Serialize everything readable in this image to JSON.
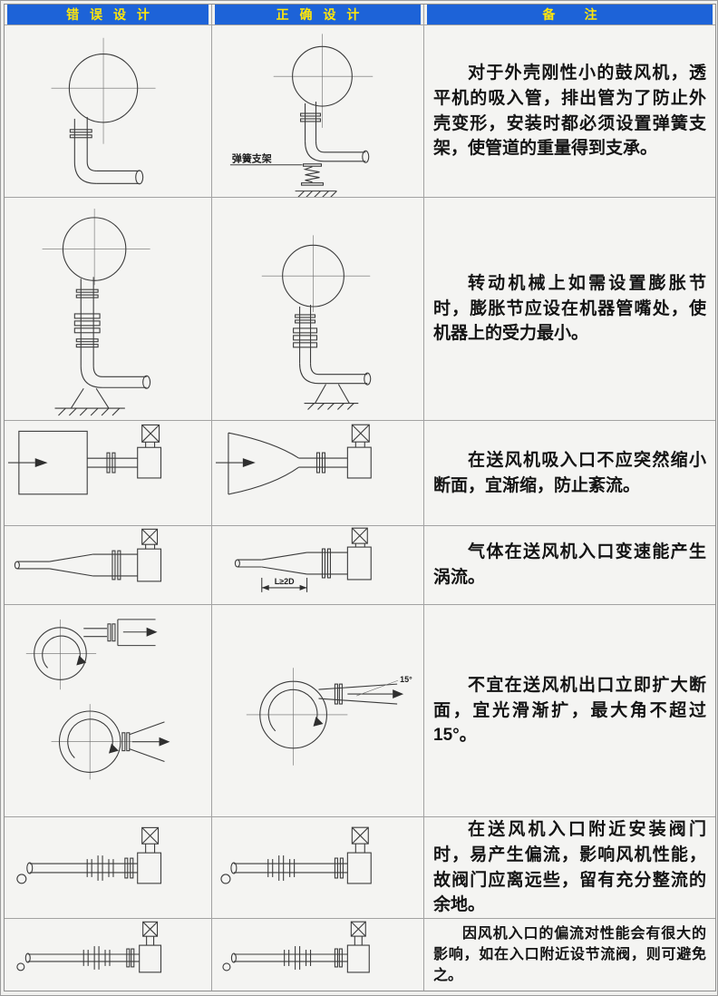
{
  "header": {
    "col_wrong": "错误设计",
    "col_correct": "正确设计",
    "col_note": "备注"
  },
  "colors": {
    "header_bg": "#1d63d8",
    "header_text": "#ffe60a",
    "line_color": "#3b3b3b",
    "cell_bg": "#f4f4f2",
    "grid_line": "#a2a2a2"
  },
  "rows": [
    {
      "note": "对于外壳刚性小的鼓风机，透平机的吸入管，排出管为了防止外壳变形，安装时都必须设置弹簧支架，使管道的重量得到支承。"
    },
    {
      "note": "转动机械上如需设置膨胀节时，膨胀节应设在机器管嘴处，使机器上的受力最小。"
    },
    {
      "note": "在送风机吸入口不应突然缩小断面，宜渐缩，防止紊流。"
    },
    {
      "note": "气体在送风机入口变速能产生涡流。"
    },
    {
      "note": "不宜在送风机出口立即扩大断面，宜光滑渐扩，最大角不超过15°。"
    },
    {
      "note": "在送风机入口附近安装阀门时，易产生偏流，影响风机性能，故阀门应离远些，留有充分整流的余地。"
    },
    {
      "note": "因风机入口的偏流对性能会有很大的影响，如在入口附近设节流阀，则可避免之。"
    }
  ],
  "labels": {
    "spring_support": "弹簧支架",
    "taper_length": "L≥2D",
    "max_angle": "15°"
  }
}
